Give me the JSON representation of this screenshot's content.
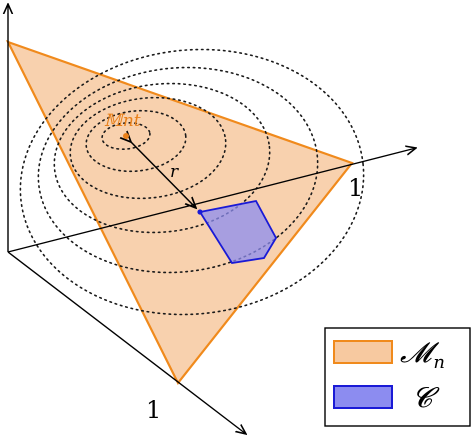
{
  "diagram": {
    "axis_labels": {
      "x": "1",
      "y": "1"
    },
    "point_label": "𝕄nt",
    "radius_label": "r",
    "legend": [
      {
        "symbol": "𝓜",
        "subscript": "n",
        "swatch": "orange"
      },
      {
        "symbol": "𝓒",
        "subscript": "",
        "swatch": "blue"
      }
    ],
    "colors": {
      "orange_edge": "#f08a1c",
      "orange_fill": "#f7c9a0",
      "blue_edge": "#1a1ad6",
      "blue_fill": "#8c8cf0",
      "point": "#e8801a",
      "axis": "#000000"
    }
  }
}
